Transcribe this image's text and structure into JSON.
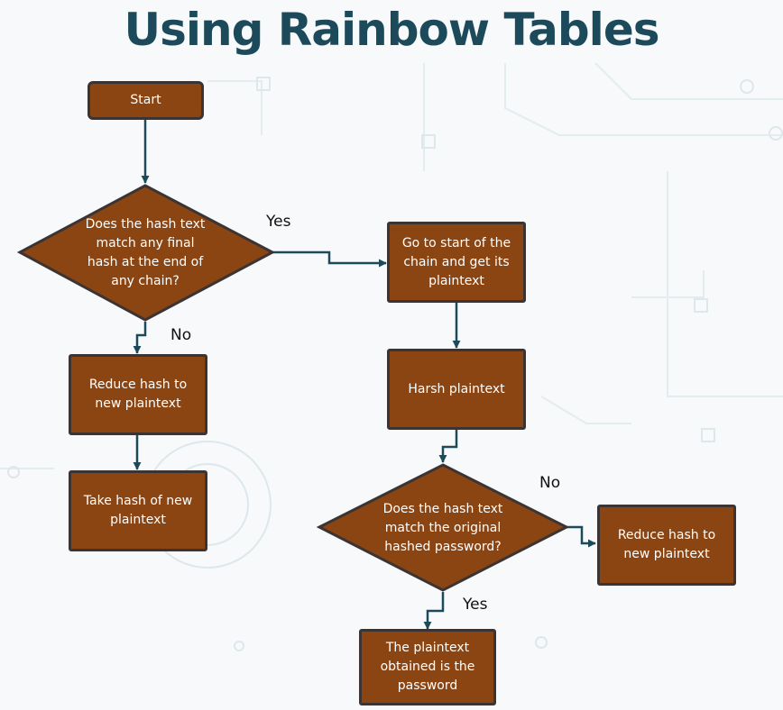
{
  "title": "Using Rainbow Tables",
  "nodes": {
    "start": "Start",
    "decision_final_hash": "Does the hash text match any final hash at the end of any chain?",
    "reduce_hash_left": "Reduce hash to new plaintext",
    "take_hash": "Take hash of new plaintext",
    "go_to_start": "Go to start of the chain and get its plaintext",
    "harsh_plaintext": "Harsh plaintext",
    "decision_original": "Does the hash text match the original hashed password?",
    "reduce_hash_right": "Reduce hash to new plaintext",
    "result": "The plaintext obtained is the password"
  },
  "edge_labels": {
    "yes_top": "Yes",
    "no_left": "No",
    "no_right": "No",
    "yes_bottom": "Yes"
  },
  "colors": {
    "node_fill": "#8b4513",
    "node_border": "#3b3433",
    "title": "#1d4a5a",
    "arrow": "#1d4a5a"
  }
}
